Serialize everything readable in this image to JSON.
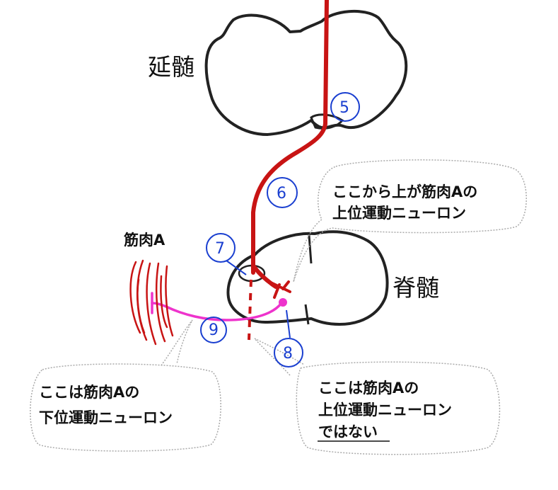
{
  "labels": {
    "medulla": "延髄",
    "spinal_cord": "脊髄",
    "muscle_a": "筋肉A"
  },
  "markers": {
    "m5": "5",
    "m6": "6",
    "m7": "7",
    "m8": "8",
    "m9": "9"
  },
  "callouts": {
    "upper_line1": "ここから上が筋肉Aの",
    "upper_line2": "上位運動ニューロン",
    "lower_line1": "ここは筋肉Aの",
    "lower_line2": "下位運動ニューロン",
    "notupper_line1": "ここは筋肉Aの",
    "notupper_line2": "上位運動ニューロン",
    "notupper_line3": "ではない"
  },
  "colors": {
    "outline": "#222222",
    "upper_neuron": "#c81414",
    "lower_neuron": "#ee33cc",
    "marker": "#1a3fd0",
    "callout_border": "#aaaaaa"
  }
}
